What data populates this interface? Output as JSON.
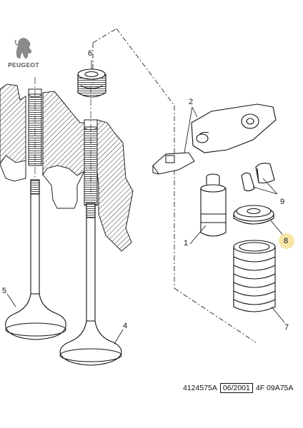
{
  "brand": {
    "name": "PEUGEOT",
    "logo_icon": "peugeot-lion-icon"
  },
  "callouts": [
    {
      "id": "1",
      "label": "1"
    },
    {
      "id": "2",
      "label": "2"
    },
    {
      "id": "4",
      "label": "4"
    },
    {
      "id": "5",
      "label": "5"
    },
    {
      "id": "6",
      "label": "6"
    },
    {
      "id": "7",
      "label": "7"
    },
    {
      "id": "8",
      "label": "8",
      "highlighted": true
    },
    {
      "id": "9",
      "label": "9"
    }
  ],
  "reference": {
    "part_ref": "4124575A",
    "date": "06/2001",
    "code": "4F  09A75A"
  },
  "colors": {
    "line": "#1a1a1a",
    "hatch": "#444444",
    "highlight": "#f8e6a8",
    "logo_gray": "#8a8a8a"
  }
}
